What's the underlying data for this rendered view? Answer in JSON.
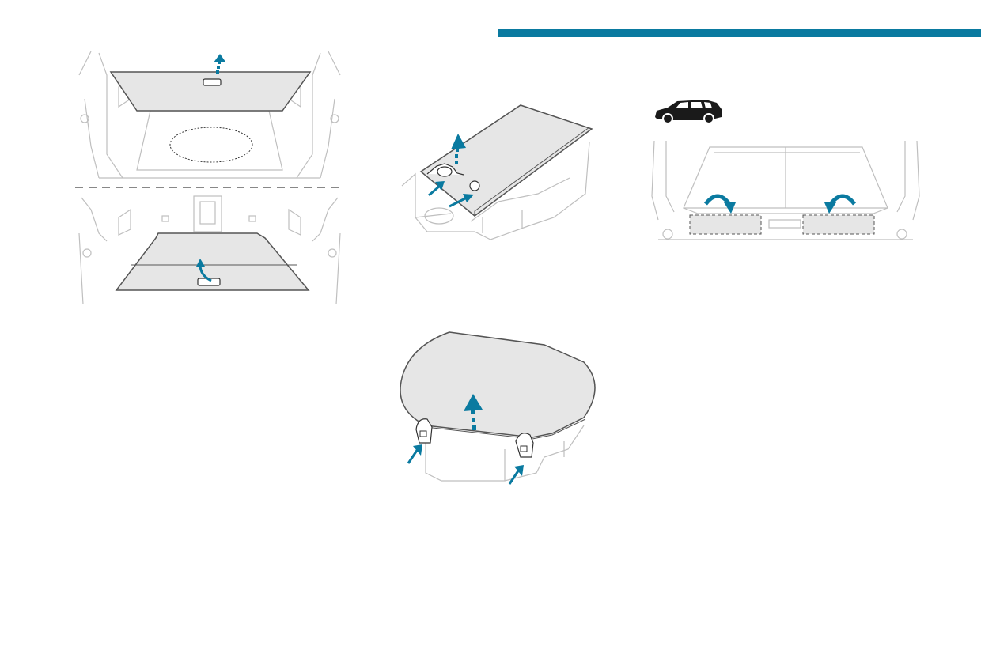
{
  "page": {
    "accent_color": "#0a7aa0",
    "line_color": "#bfbfbf",
    "panel_fill": "#e6e6e6",
    "panel_stroke": "#555555"
  },
  "figures": [
    {
      "id": "boot-floor",
      "icons": [
        "upward-arrow-icon",
        "curved-arrow-icon"
      ]
    },
    {
      "id": "storage-tray",
      "icons": [
        "dashed-up-arrow-icon",
        "push-arrow-icon"
      ]
    },
    {
      "id": "vehicle-silhouette",
      "icons": [
        "suv-icon"
      ]
    },
    {
      "id": "underfloor-storage",
      "icons": [
        "fold-arrow-icon"
      ]
    },
    {
      "id": "spare-wheel-cover",
      "icons": [
        "dashed-up-arrow-icon",
        "push-arrow-icon"
      ]
    }
  ]
}
